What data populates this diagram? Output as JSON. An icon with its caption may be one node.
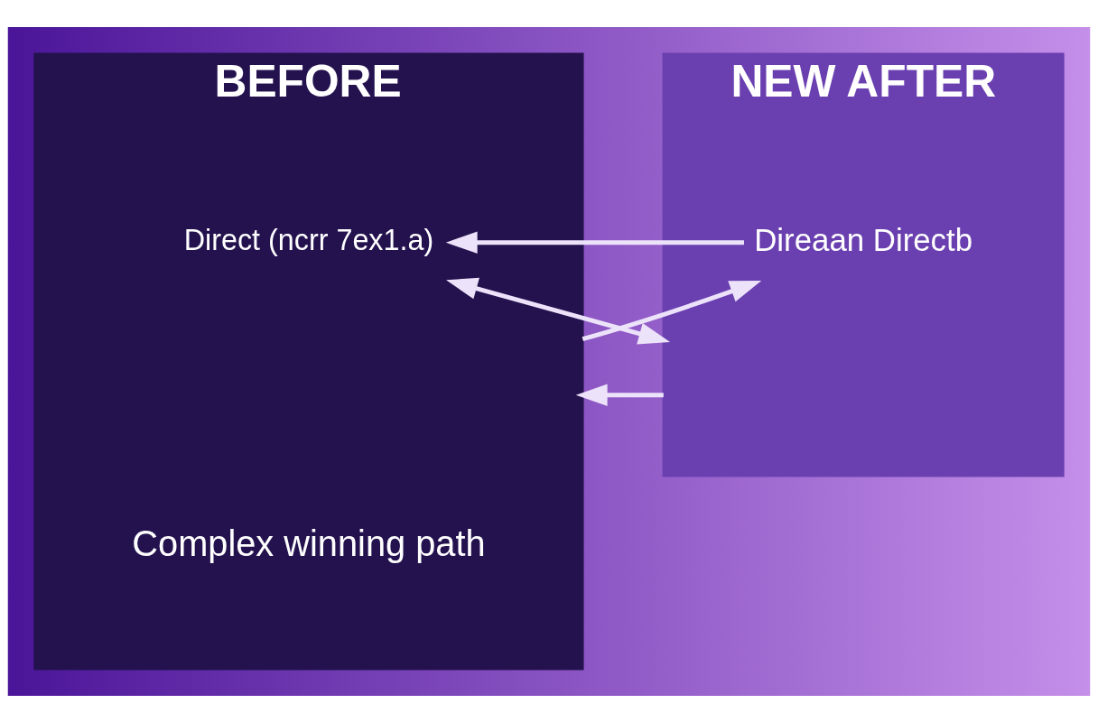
{
  "diagram": {
    "nodes": [
      {
        "text": [
          "BEFORE"
        ]
      },
      {
        "text": [
          "NEW AFTER"
        ]
      },
      {
        "text": [
          "Direct (ncrr 7ex1.a)"
        ],
        "in": 0
      },
      {
        "text": [
          "Complex winning path"
        ],
        "in": 0
      },
      {
        "text": [
          "Direaan Directb"
        ],
        "in": 1
      }
    ],
    "edges": [
      {
        "from": 2,
        "to": 1,
        "arrow": "both"
      },
      {
        "from": 0,
        "to": 4,
        "arrow": "to"
      },
      {
        "from": 1,
        "to": 0,
        "arrow": "to"
      },
      {
        "from": 4,
        "to": 2,
        "arrow": "to"
      }
    ]
  }
}
